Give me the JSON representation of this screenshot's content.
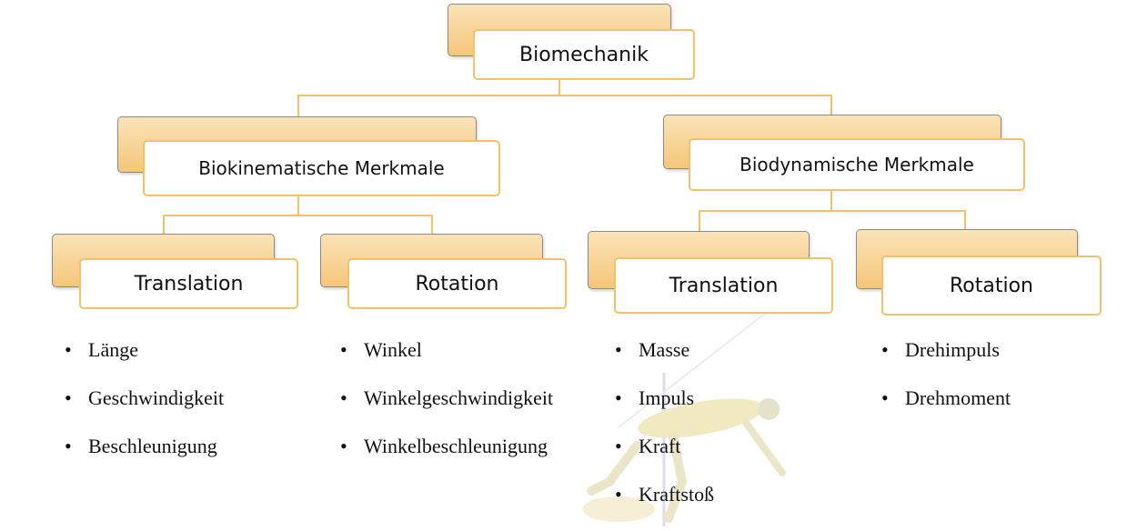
{
  "root": {
    "label": "Biomechanik"
  },
  "branches": [
    {
      "label": "Biokinematische Merkmale",
      "children": [
        {
          "label": "Translation",
          "items": [
            "Länge",
            "Geschwindigkeit",
            "Beschleunigung"
          ]
        },
        {
          "label": "Rotation",
          "items": [
            "Winkel",
            "Winkelgeschwindigkeit",
            "Winkelbeschleunigung"
          ]
        }
      ]
    },
    {
      "label": "Biodynamische Merkmale",
      "children": [
        {
          "label": "Translation",
          "items": [
            "Masse",
            "Impuls",
            "Kraft",
            "Kraftstoß"
          ]
        },
        {
          "label": "Rotation",
          "items": [
            "Drehimpuls",
            "Drehmoment"
          ]
        }
      ]
    }
  ],
  "colors": {
    "accent": "#f4c168",
    "back_light": "#fbe3b8",
    "back_dark": "#f6c67a",
    "text": "#111111"
  },
  "icons": {
    "watermark": "high-jumper-illustration"
  }
}
